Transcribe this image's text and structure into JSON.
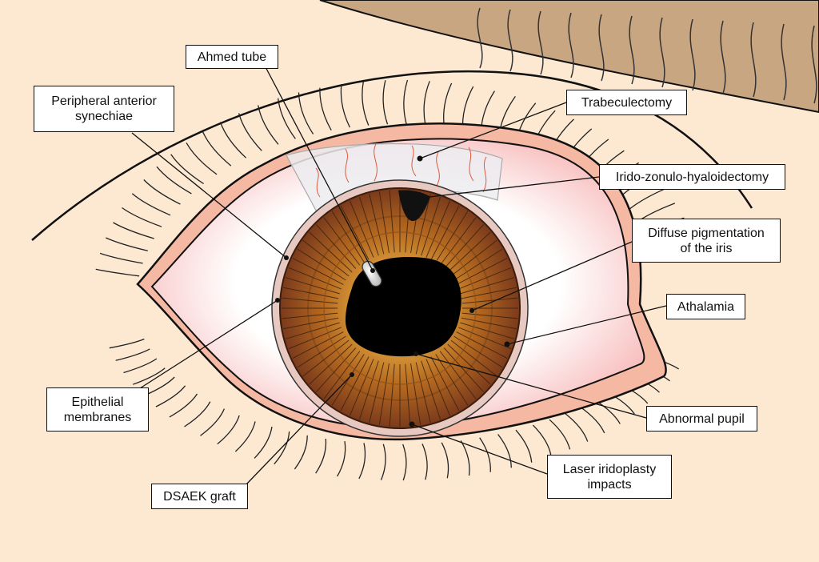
{
  "labels": {
    "ahmed_tube": "Ahmed tube",
    "peripheral_anterior_synechiae": "Peripheral anterior\nsynechiae",
    "trabeculectomy": "Trabeculectomy",
    "irido_zonulo_hyaloidectomy": "Irido-zonulo-hyaloidectomy",
    "diffuse_pigmentation": "Diffuse pigmentation\nof the iris",
    "athalamia": "Athalamia",
    "epithelial_membranes": "Epithelial\nmembranes",
    "abnormal_pupil": "Abnormal pupil",
    "laser_iridoplasty": "Laser iridoplasty\nimpacts",
    "dsaek_graft": "DSAEK graft"
  },
  "colors": {
    "skin": "#fde9d2",
    "eyebrow": "#c8a682",
    "eyelid_rim": "#f5b9a3",
    "sclera": "#ffffff",
    "iris_outer": "#7a3b1c",
    "iris_mid": "#a85d1f",
    "iris_inner": "#c98a2e",
    "pupil": "#000000",
    "vessel": "#e0593b"
  }
}
